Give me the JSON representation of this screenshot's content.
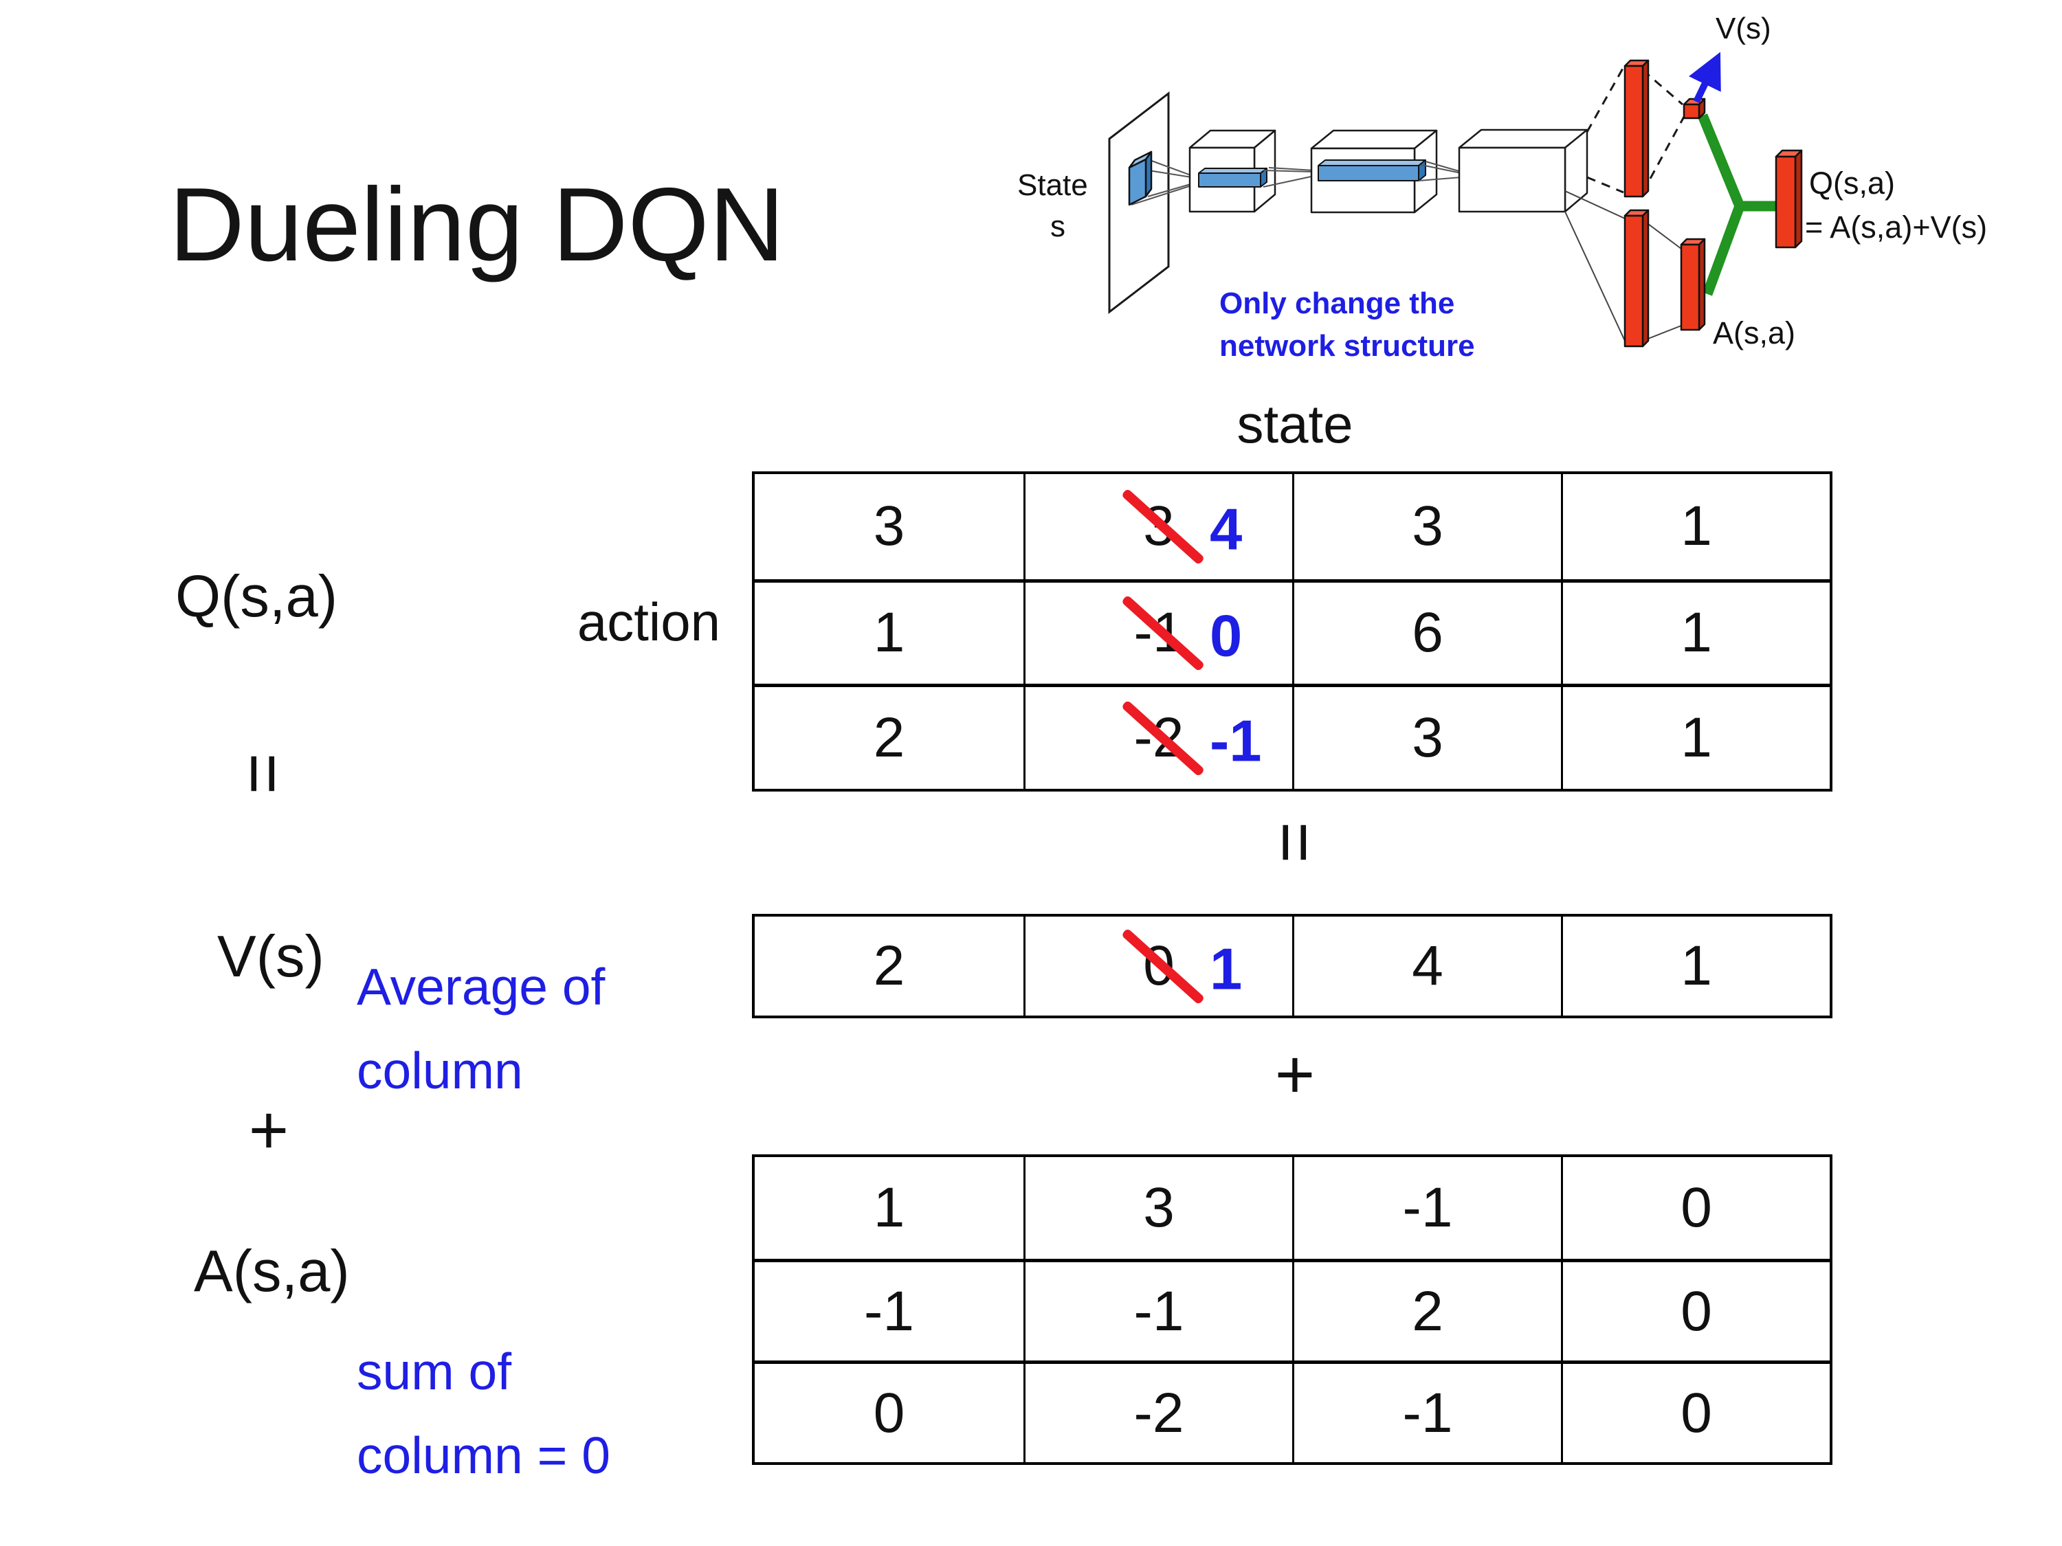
{
  "title": "Dueling DQN",
  "diagram": {
    "state_label": "State",
    "state_sub": "s",
    "v_out": "V(s)",
    "q_out": "Q(s,a)",
    "q_formula": "= A(s,a)+V(s)",
    "a_out": "A(s,a)",
    "note_line1": "Only change the",
    "note_line2": "network structure"
  },
  "grid": {
    "state_header": "state",
    "action_header": "action",
    "q_label": "Q(s,a)",
    "v_label": "V(s)",
    "a_label": "A(s,a)",
    "equals_symbol": "=",
    "plus_symbol": "+",
    "v_note": "Average of\ncolumn",
    "a_note": "sum of\ncolumn = 0",
    "q_rows": [
      {
        "c0": "3",
        "old": "3",
        "new": "4",
        "c2": "3",
        "c3": "1"
      },
      {
        "c0": "1",
        "old": "-1",
        "new": "0",
        "c2": "6",
        "c3": "1"
      },
      {
        "c0": "2",
        "old": "-2",
        "new": "-1",
        "c2": "3",
        "c3": "1"
      }
    ],
    "v_row": {
      "c0": "2",
      "old": "0",
      "new": "1",
      "c2": "4",
      "c3": "1"
    },
    "a_rows": [
      {
        "c0": "1",
        "c1": "3",
        "c2": "-1",
        "c3": "0"
      },
      {
        "c0": "-1",
        "c1": "-1",
        "c2": "2",
        "c3": "0"
      },
      {
        "c0": "0",
        "c1": "-2",
        "c2": "-1",
        "c3": "0"
      }
    ]
  },
  "colors": {
    "accent_blue": "#1e1ee4",
    "strike_red": "#ec1b24",
    "bar_red": "#ee3a1c",
    "link_green": "#219421",
    "conv_blue": "#5b9bd5"
  }
}
